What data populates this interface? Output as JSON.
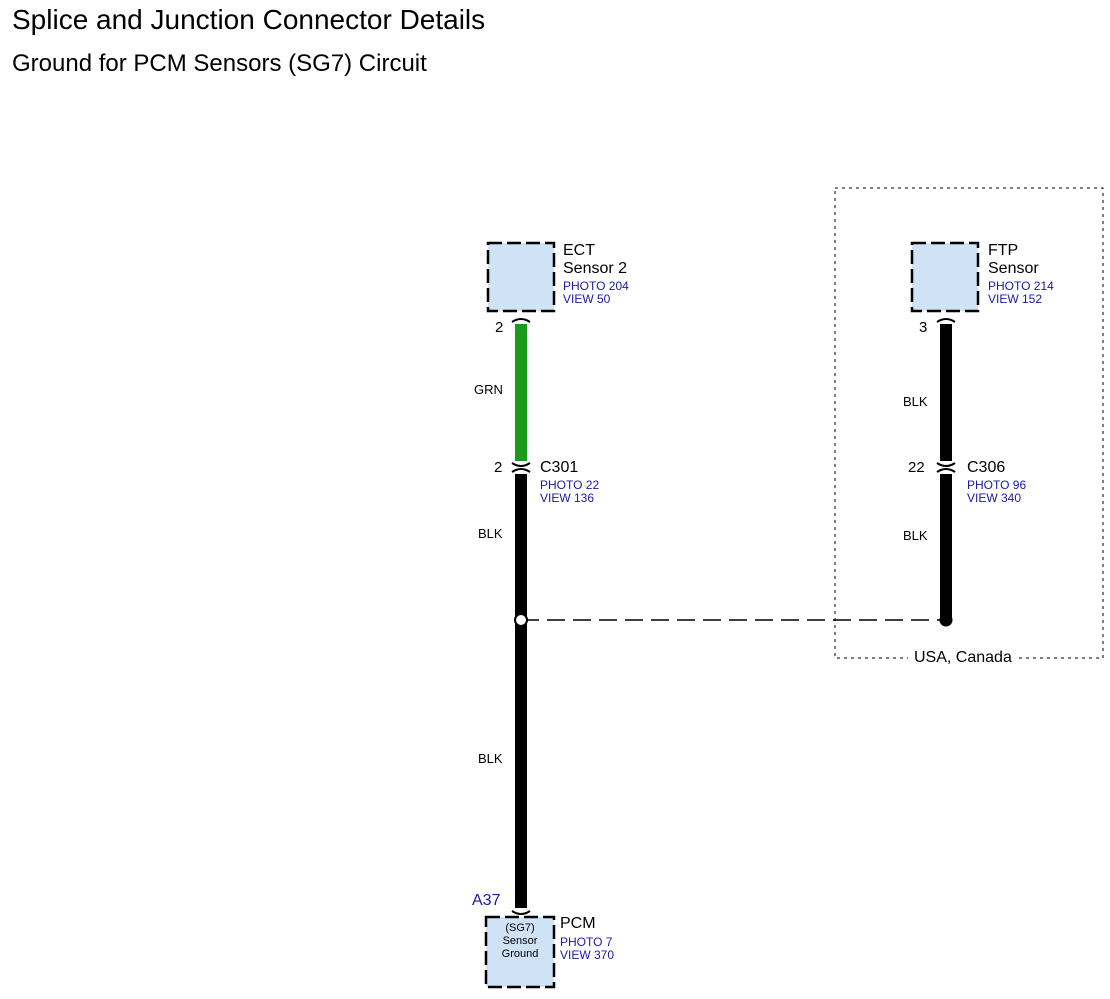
{
  "header": {
    "title": "Splice and Junction Connector Details",
    "subtitle": "Ground for PCM Sensors (SG7) Circuit"
  },
  "components": {
    "ect": {
      "name_line1": "ECT",
      "name_line2": "Sensor 2",
      "photo": "PHOTO 204",
      "view": "VIEW 50",
      "pin": "2"
    },
    "ftp": {
      "name_line1": "FTP",
      "name_line2": "Sensor",
      "photo": "PHOTO 214",
      "view": "VIEW 152",
      "pin": "3"
    },
    "pcm": {
      "name": "PCM",
      "photo": "PHOTO 7",
      "view": "VIEW 370",
      "pin": "A37",
      "inner_line1": "(SG7)",
      "inner_line2": "Sensor",
      "inner_line3": "Ground"
    }
  },
  "connectors": {
    "c301": {
      "name": "C301",
      "photo": "PHOTO 22",
      "view": "VIEW 136",
      "pin": "2"
    },
    "c306": {
      "name": "C306",
      "photo": "PHOTO 96",
      "view": "VIEW 340",
      "pin": "22"
    }
  },
  "wires": {
    "ect_to_c301": "GRN",
    "c301_to_splice": "BLK",
    "splice_to_pcm": "BLK",
    "ftp_to_c306": "BLK",
    "c306_to_splice": "BLK"
  },
  "region": {
    "label": "USA, Canada"
  },
  "colors": {
    "component_fill": "#cfe2f6",
    "wire_green": "#1c9a1c",
    "wire_black": "#000000",
    "ref_blue": "#1a1aa6"
  }
}
